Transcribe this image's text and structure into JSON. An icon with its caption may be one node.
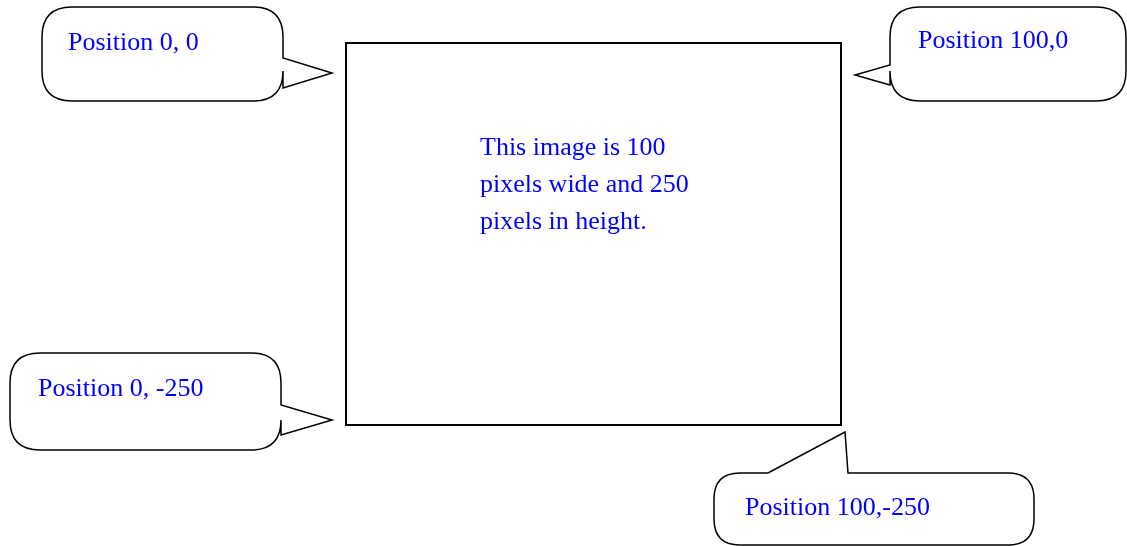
{
  "diagram": {
    "nodes": [
      {
        "text": [
          "Position 0, 0"
        ]
      },
      {
        "text": [
          "Position 100,0"
        ]
      },
      {
        "text": [
          "This image is 100 pixels wide and 250 pixels in height."
        ]
      },
      {
        "text": [
          "Position 0, -250"
        ]
      },
      {
        "text": [
          "Position 100,-250"
        ]
      }
    ]
  }
}
